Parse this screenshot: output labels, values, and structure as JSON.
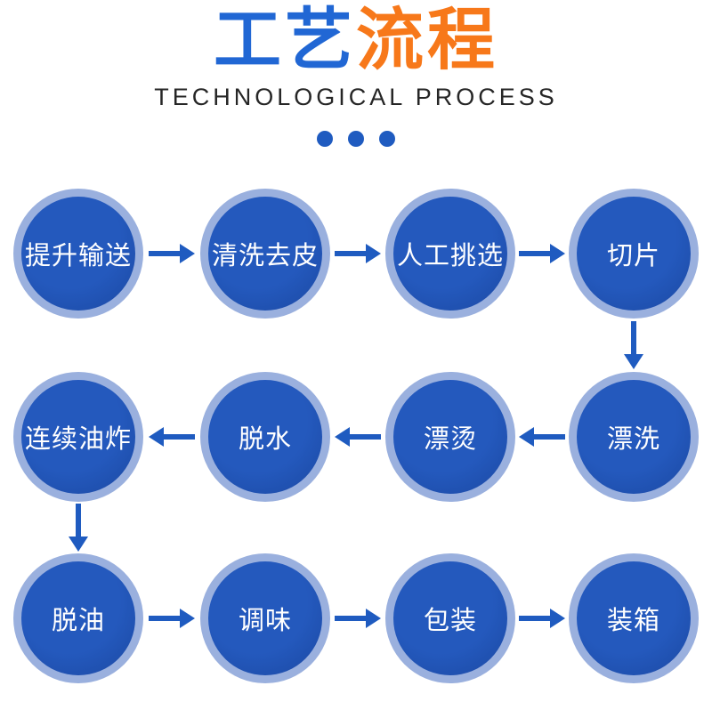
{
  "header": {
    "title_blue": "工艺",
    "title_orange": "流程",
    "subtitle": "TECHNOLOGICAL PROCESS",
    "dots_count": 3
  },
  "colors": {
    "title_blue": "#2167d4",
    "title_orange": "#f7781a",
    "subtitle_text": "#262626",
    "node_fill": "#1e55b8",
    "node_ring": "#9ab0de",
    "arrow": "#1f5bc0",
    "node_label_text": "#ffffff",
    "background": "#ffffff"
  },
  "flow": {
    "rows": [
      {
        "arrow_direction": "right",
        "nodes": [
          {
            "label": "提升输送"
          },
          {
            "label": "清洗去皮"
          },
          {
            "label": "人工挑选"
          },
          {
            "label": "切片"
          }
        ]
      },
      {
        "arrow_direction": "left",
        "nodes": [
          {
            "label": "连续油炸"
          },
          {
            "label": "脱水"
          },
          {
            "label": "漂烫"
          },
          {
            "label": "漂洗"
          }
        ]
      },
      {
        "arrow_direction": "right",
        "nodes": [
          {
            "label": "脱油"
          },
          {
            "label": "调味"
          },
          {
            "label": "包装"
          },
          {
            "label": "装箱"
          }
        ]
      }
    ],
    "vertical_connectors": [
      {
        "from": "切片",
        "to": "漂洗",
        "direction": "down"
      },
      {
        "from": "连续油炸",
        "to": "脱油",
        "direction": "down"
      }
    ],
    "process_sequence": [
      "提升输送",
      "清洗去皮",
      "人工挑选",
      "切片",
      "漂洗",
      "漂烫",
      "脱水",
      "连续油炸",
      "脱油",
      "调味",
      "包装",
      "装箱"
    ]
  }
}
